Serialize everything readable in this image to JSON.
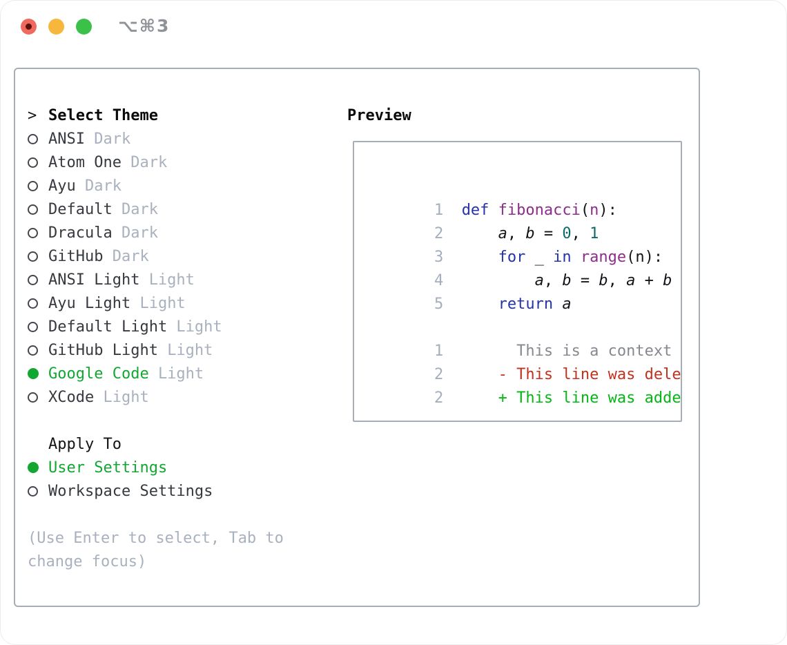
{
  "titlebar": {
    "title": "⌥⌘3"
  },
  "theme_panel": {
    "cursor": ">",
    "heading": "Select Theme",
    "items": [
      {
        "name": "ANSI",
        "variant": "Dark",
        "selected": false
      },
      {
        "name": "Atom One",
        "variant": "Dark",
        "selected": false
      },
      {
        "name": "Ayu",
        "variant": "Dark",
        "selected": false
      },
      {
        "name": "Default",
        "variant": "Dark",
        "selected": false
      },
      {
        "name": "Dracula",
        "variant": "Dark",
        "selected": false
      },
      {
        "name": "GitHub",
        "variant": "Dark",
        "selected": false
      },
      {
        "name": "ANSI Light",
        "variant": "Light",
        "selected": false
      },
      {
        "name": "Ayu Light",
        "variant": "Light",
        "selected": false
      },
      {
        "name": "Default Light",
        "variant": "Light",
        "selected": false
      },
      {
        "name": "GitHub Light",
        "variant": "Light",
        "selected": false
      },
      {
        "name": "Google Code",
        "variant": "Light",
        "selected": true
      },
      {
        "name": "XCode",
        "variant": "Light",
        "selected": false
      }
    ]
  },
  "apply_panel": {
    "heading": "Apply To",
    "items": [
      {
        "label": "User Settings",
        "selected": true
      },
      {
        "label": "Workspace Settings",
        "selected": false
      }
    ]
  },
  "help": {
    "line1": "(Use Enter to select, Tab to",
    "line2": "change focus)"
  },
  "preview": {
    "heading": "Preview",
    "code_lines": [
      {
        "ln": "1",
        "tokens": [
          {
            "t": "def ",
            "c": "kw"
          },
          {
            "t": "fibonacci",
            "c": "fn"
          },
          {
            "t": "(",
            "c": "pl"
          },
          {
            "t": "n",
            "c": "fn"
          },
          {
            "t": "):",
            "c": "pl"
          }
        ]
      },
      {
        "ln": "2",
        "tokens": [
          {
            "t": "    ",
            "c": "pl"
          },
          {
            "t": "a",
            "c": "var"
          },
          {
            "t": ", ",
            "c": "pl"
          },
          {
            "t": "b",
            "c": "var"
          },
          {
            "t": " = ",
            "c": "pl"
          },
          {
            "t": "0",
            "c": "lit"
          },
          {
            "t": ", ",
            "c": "pl"
          },
          {
            "t": "1",
            "c": "lit"
          }
        ]
      },
      {
        "ln": "3",
        "tokens": [
          {
            "t": "    ",
            "c": "pl"
          },
          {
            "t": "for",
            "c": "kw"
          },
          {
            "t": " _ ",
            "c": "pl"
          },
          {
            "t": "in",
            "c": "kw"
          },
          {
            "t": " ",
            "c": "pl"
          },
          {
            "t": "range",
            "c": "fn"
          },
          {
            "t": "(n):",
            "c": "pl"
          }
        ]
      },
      {
        "ln": "4",
        "tokens": [
          {
            "t": "        ",
            "c": "pl"
          },
          {
            "t": "a",
            "c": "var"
          },
          {
            "t": ", ",
            "c": "pl"
          },
          {
            "t": "b",
            "c": "var"
          },
          {
            "t": " = ",
            "c": "pl"
          },
          {
            "t": "b",
            "c": "var"
          },
          {
            "t": ", ",
            "c": "pl"
          },
          {
            "t": "a",
            "c": "var"
          },
          {
            "t": " + ",
            "c": "pl"
          },
          {
            "t": "b",
            "c": "var"
          }
        ]
      },
      {
        "ln": "5",
        "tokens": [
          {
            "t": "    ",
            "c": "pl"
          },
          {
            "t": "return",
            "c": "kw"
          },
          {
            "t": " ",
            "c": "pl"
          },
          {
            "t": "a",
            "c": "var"
          }
        ]
      }
    ],
    "diff_lines": [
      {
        "ln": "1",
        "tokens": [
          {
            "t": "      This is a context line.",
            "c": "ctx"
          }
        ]
      },
      {
        "ln": "2",
        "tokens": [
          {
            "t": "    - This line was deleted.",
            "c": "rem"
          }
        ]
      },
      {
        "ln": "2",
        "tokens": [
          {
            "t": "    + This line was added.",
            "c": "add"
          }
        ]
      }
    ]
  },
  "colors": {
    "selection_green": "#12a733",
    "diff_added_green": "#04b714",
    "diff_removed_red": "#c3321d",
    "muted_gray": "#a8b1bd",
    "border_gray": "#a6adb6",
    "keyword_blue": "#2433ab",
    "function_purple": "#8c2d8c",
    "literal_teal": "#0c6a6a",
    "traffic_red": "#f0695f",
    "traffic_yellow": "#f6b73c",
    "traffic_green": "#3bc14a"
  }
}
